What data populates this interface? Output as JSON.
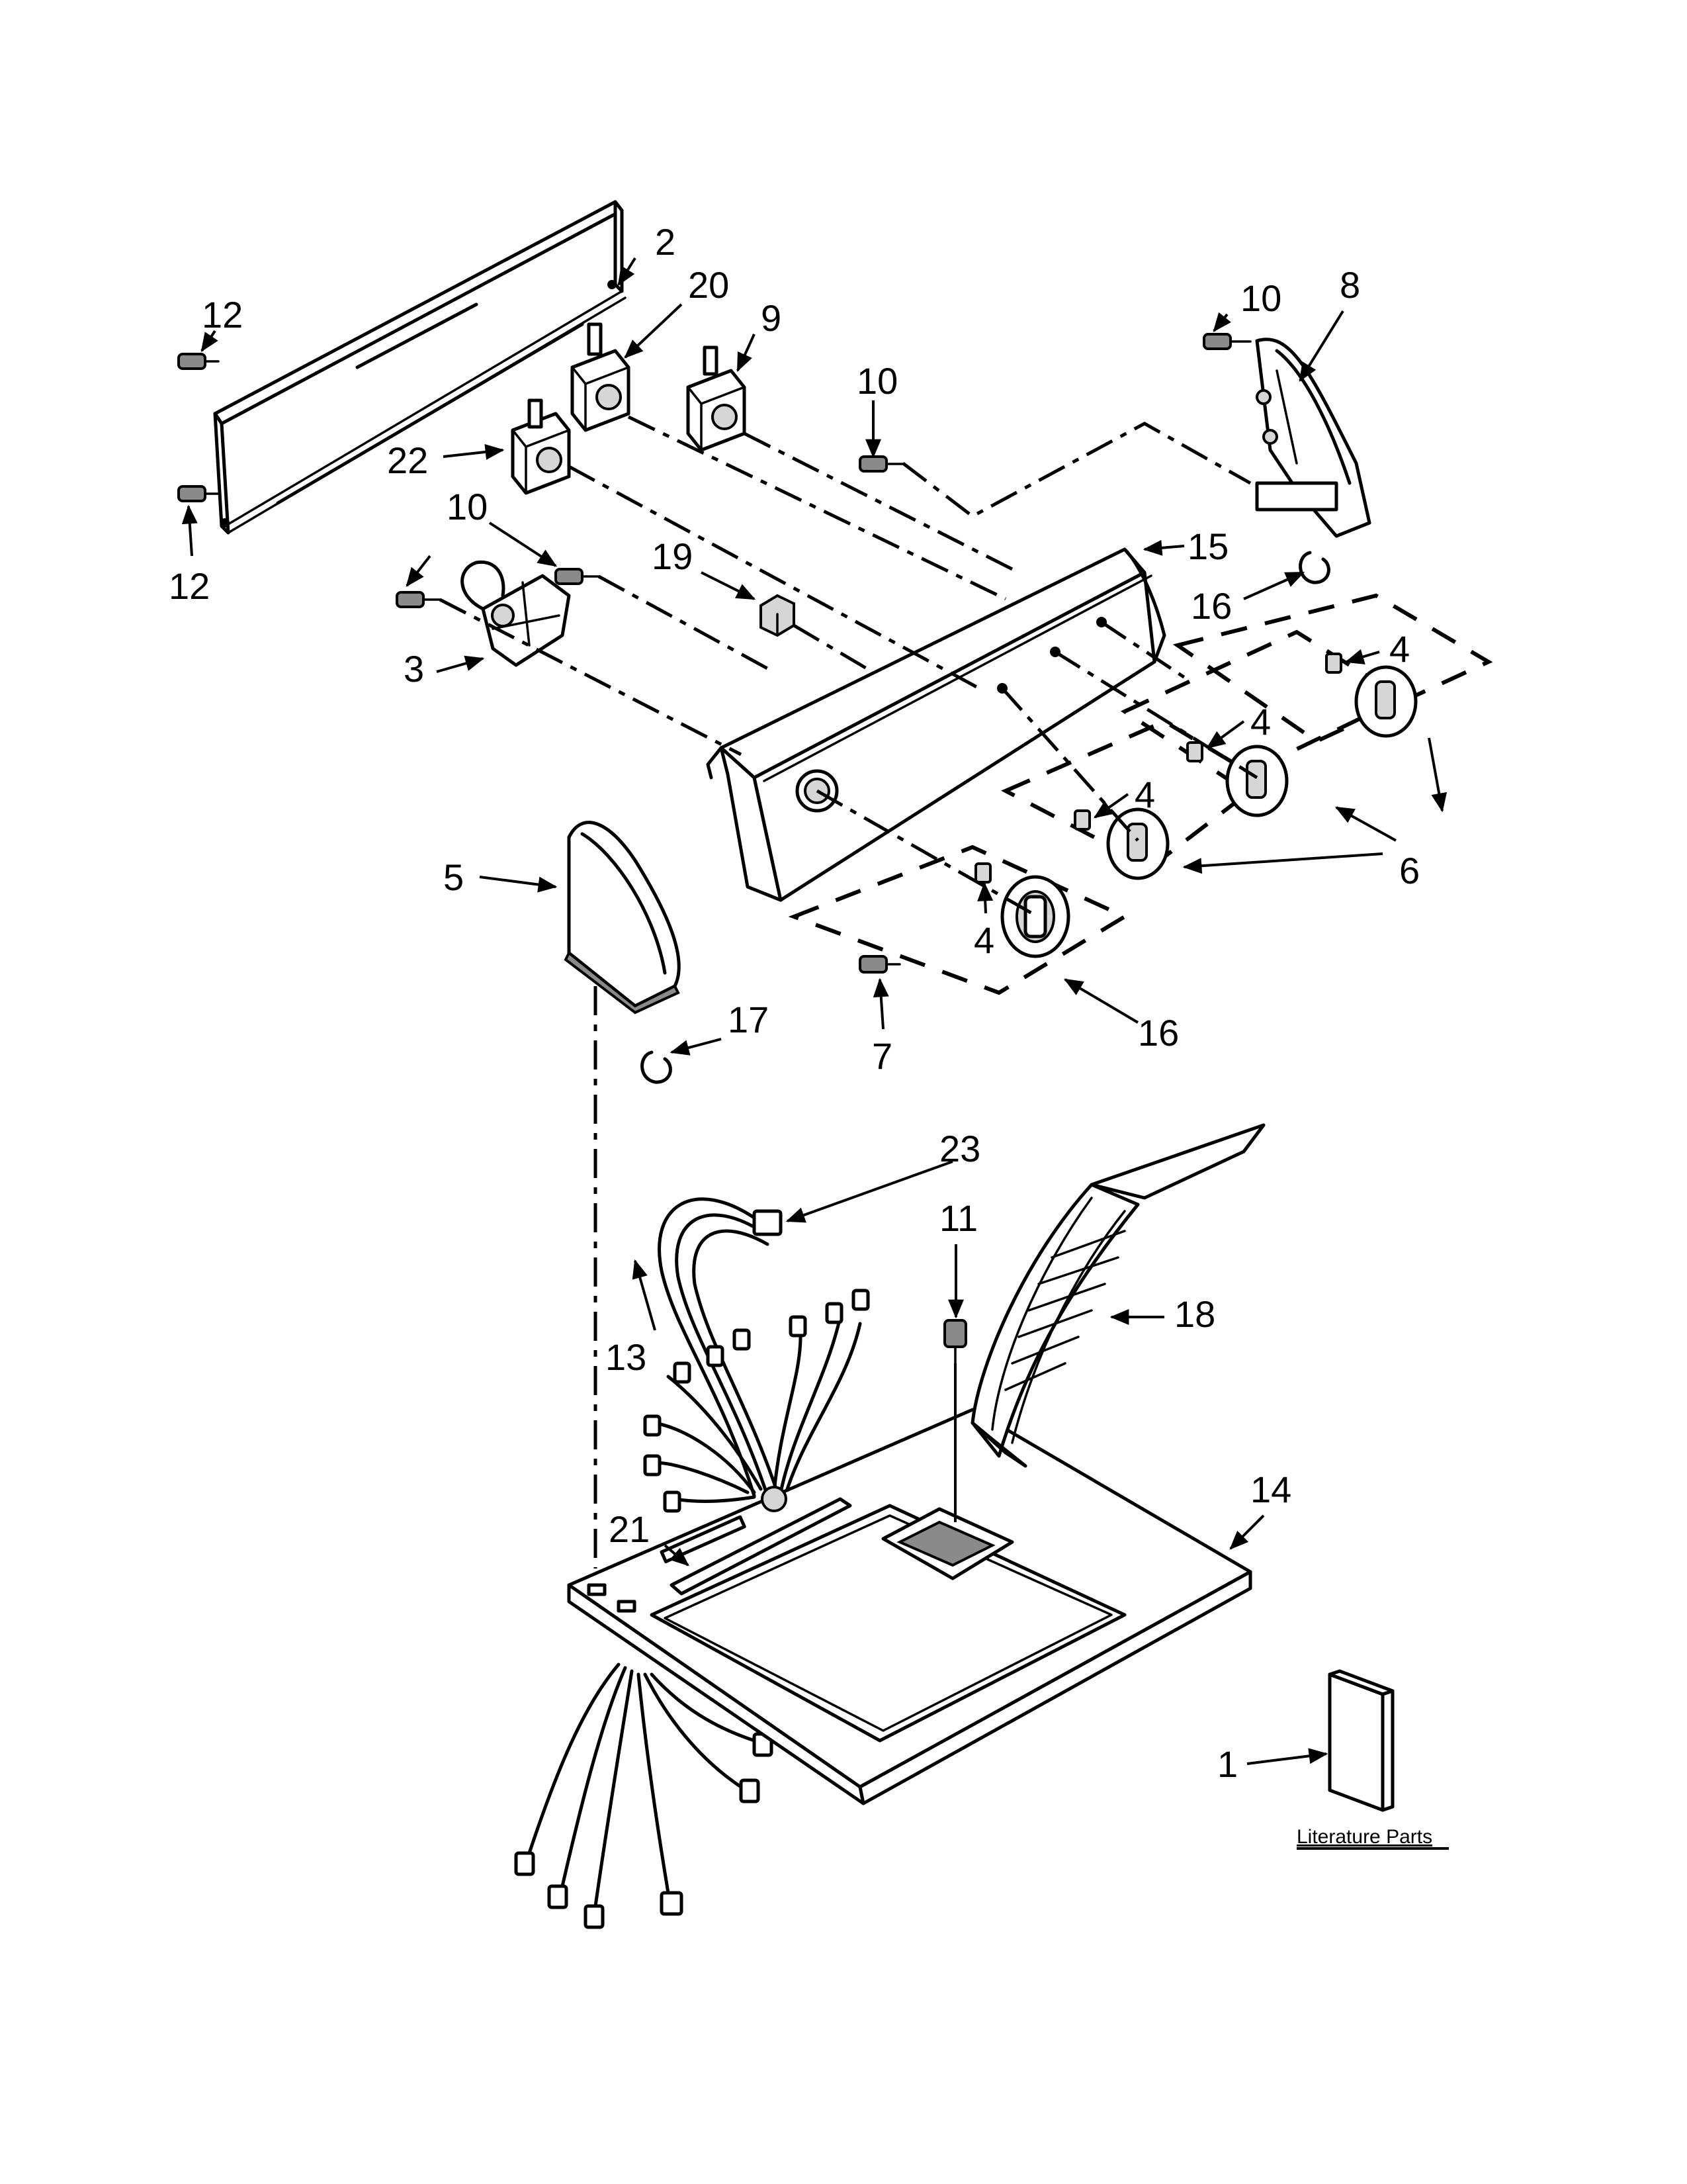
{
  "callouts": [
    {
      "id": "c1",
      "label": "1"
    },
    {
      "id": "c2",
      "label": "2"
    },
    {
      "id": "c3",
      "label": "3"
    },
    {
      "id": "c4a",
      "label": "4"
    },
    {
      "id": "c4b",
      "label": "4"
    },
    {
      "id": "c4c",
      "label": "4"
    },
    {
      "id": "c4d",
      "label": "4"
    },
    {
      "id": "c5",
      "label": "5"
    },
    {
      "id": "c6",
      "label": "6"
    },
    {
      "id": "c7",
      "label": "7"
    },
    {
      "id": "c8",
      "label": "8"
    },
    {
      "id": "c9",
      "label": "9"
    },
    {
      "id": "c10a",
      "label": "10"
    },
    {
      "id": "c10b",
      "label": "10"
    },
    {
      "id": "c10c",
      "label": "10"
    },
    {
      "id": "c11",
      "label": "11"
    },
    {
      "id": "c12a",
      "label": "12"
    },
    {
      "id": "c12b",
      "label": "12"
    },
    {
      "id": "c13",
      "label": "13"
    },
    {
      "id": "c14",
      "label": "14"
    },
    {
      "id": "c15",
      "label": "15"
    },
    {
      "id": "c16a",
      "label": "16"
    },
    {
      "id": "c16b",
      "label": "16"
    },
    {
      "id": "c17",
      "label": "17"
    },
    {
      "id": "c18",
      "label": "18"
    },
    {
      "id": "c19",
      "label": "19"
    },
    {
      "id": "c20",
      "label": "20"
    },
    {
      "id": "c21",
      "label": "21"
    },
    {
      "id": "c22",
      "label": "22"
    },
    {
      "id": "c23",
      "label": "23"
    }
  ],
  "literature_label": "Literature Parts"
}
